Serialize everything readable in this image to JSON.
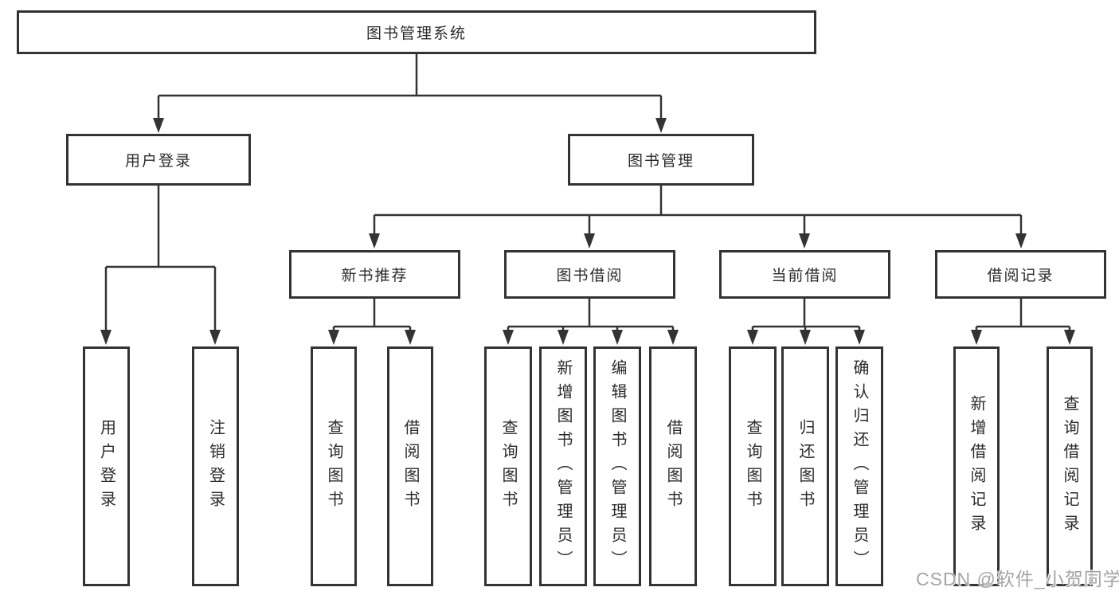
{
  "nodes": {
    "root": "图书管理系统",
    "user_login": "用户登录",
    "book_mgmt": "图书管理",
    "new_books": "新书推荐",
    "book_borrow": "图书借阅",
    "current_borrow": "当前借阅",
    "borrow_records": "借阅记录",
    "leaf_user_login": "用户登录",
    "leaf_logout": "注销登录",
    "leaf_nb_query": "查询图书",
    "leaf_nb_borrow": "借阅图书",
    "leaf_bb_query": "查询图书",
    "leaf_bb_add": "新增图书（管理员）",
    "leaf_bb_edit": "编辑图书（管理员）",
    "leaf_bb_borrow": "借阅图书",
    "leaf_cb_query": "查询图书",
    "leaf_cb_return": "归还图书",
    "leaf_cb_confirm": "确认归还（管理员）",
    "leaf_br_add": "新增借阅记录",
    "leaf_br_query": "查询借阅记录"
  },
  "watermark": "CSDN @软件_小贺同学",
  "colors": {
    "line": "#333333",
    "box_border": "#333333",
    "box_fill": "#ffffff",
    "text": "#2b2b2b",
    "watermark": "#a5a5a5",
    "background": "#ffffff"
  }
}
